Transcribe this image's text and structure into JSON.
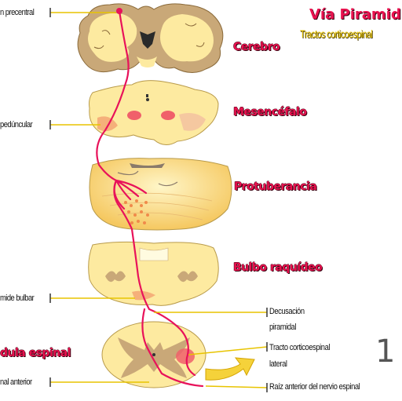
{
  "title": "Vía Piramid",
  "subtitle": "Tractos corticoespinal",
  "page_number": "1",
  "regions": {
    "cerebro": "Cerebro",
    "mesencefalo": "Mesencéfalo",
    "protuberancia": "Protuberancia",
    "bulbo": "Bulbo raquídeo",
    "medula": "dula espinal"
  },
  "left_labels": {
    "precentral": "n precentral",
    "peduncular": "pedúncular",
    "bulbar": "mide bulbar",
    "anterior": "nal anterior"
  },
  "right_labels": {
    "decusacion_1": "Decusación",
    "decusacion_2": "piramidal",
    "tracto_1": "Tracto corticoespinal",
    "tracto_2": "lateral",
    "raiz": "Raíz anterior del nervio espinal"
  },
  "colors": {
    "tract": "#e8125a",
    "tissue": "#fdeaa0",
    "tissue_border": "#b89a4a",
    "cortex": "#c9a878",
    "label": "#e8124f",
    "subtitle": "#e8c400"
  }
}
